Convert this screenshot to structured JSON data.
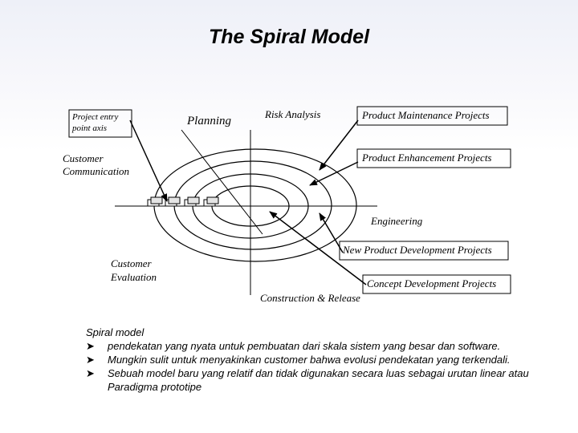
{
  "title": "The Spiral Model",
  "diagram": {
    "labels": {
      "project_entry_1": "Project entry",
      "project_entry_2": "point axis",
      "planning": "Planning",
      "risk_analysis": "Risk Analysis",
      "maintenance": "Product Maintenance Projects",
      "customer_communication_1": "Customer",
      "customer_communication_2": "Communication",
      "enhancement": "Product Enhancement Projects",
      "engineering": "Engineering",
      "new_product": "New Product Development Projects",
      "customer_evaluation_1": "Customer",
      "customer_evaluation_2": "Evaluation",
      "concept": "Concept Development Projects",
      "construction": "Construction & Release"
    }
  },
  "notes": {
    "heading": "Spiral model",
    "bullet_icon": "arrow-bullet-icon",
    "items": [
      "pendekatan yang nyata untuk pembuatan dari skala sistem yang besar dan software.",
      "Mungkin sulit untuk menyakinkan customer bahwa evolusi pendekatan yang terkendali.",
      "Sebuah model baru yang relatif dan tidak digunakan secara luas sebagai urutan linear atau Paradigma prototipe"
    ]
  }
}
